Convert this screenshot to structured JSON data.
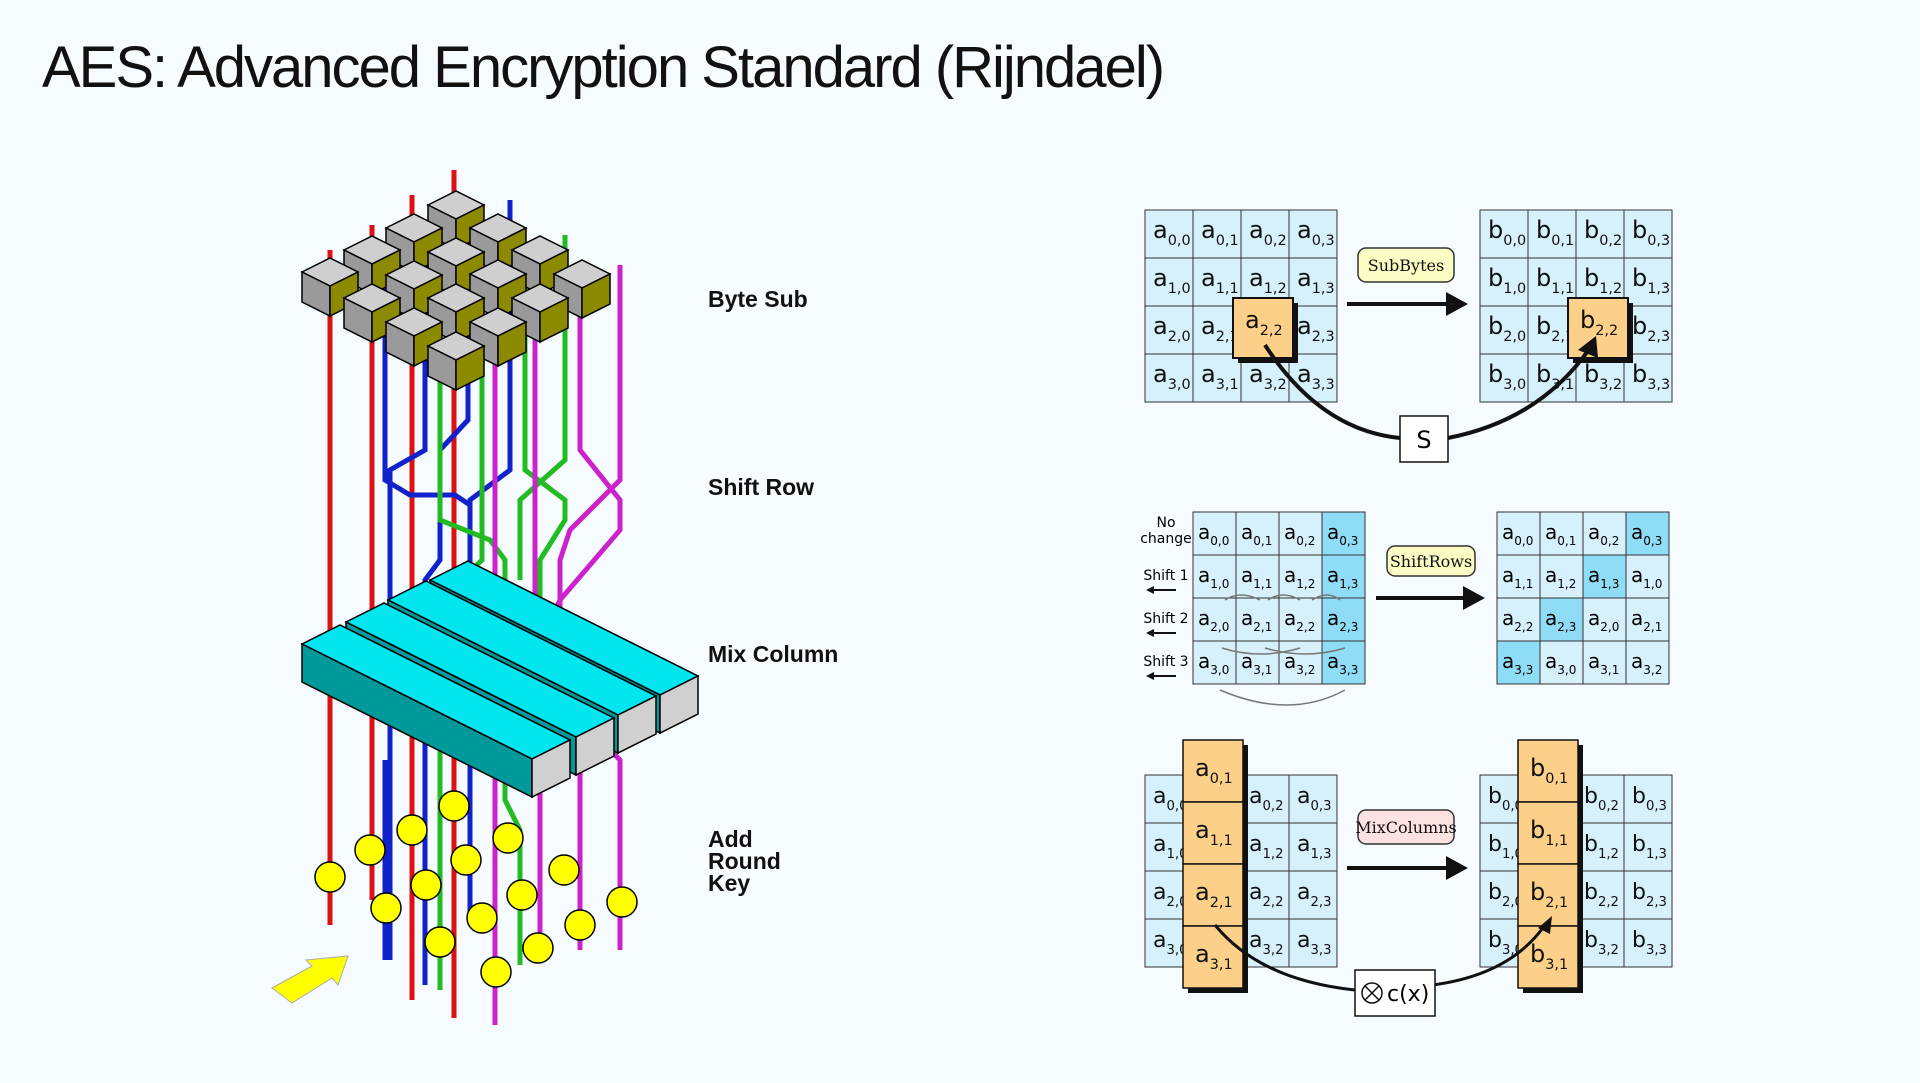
{
  "title": "AES: Advanced Encryption Standard (Rijndael)",
  "stages": [
    {
      "label": "Byte Sub"
    },
    {
      "label": "Shift Row"
    },
    {
      "label": "Mix Column"
    },
    {
      "label": "Add\nRound\nKey"
    }
  ],
  "subbytes": {
    "op_label": "SubBytes",
    "box_label": "S",
    "input_letter": "a",
    "output_letter": "b",
    "highlight": "2,2"
  },
  "shiftrows": {
    "op_label": "ShiftRows",
    "row_labels": [
      "No\nchange",
      "Shift 1",
      "Shift 2",
      "Shift 3"
    ],
    "input": [
      [
        "0,0",
        "0,1",
        "0,2",
        "0,3"
      ],
      [
        "1,0",
        "1,1",
        "1,2",
        "1,3"
      ],
      [
        "2,0",
        "2,1",
        "2,2",
        "2,3"
      ],
      [
        "3,0",
        "3,1",
        "3,2",
        "3,3"
      ]
    ],
    "output": [
      [
        "0,0",
        "0,1",
        "0,2",
        "0,3"
      ],
      [
        "1,1",
        "1,2",
        "1,3",
        "1,0"
      ],
      [
        "2,2",
        "2,3",
        "2,0",
        "2,1"
      ],
      [
        "3,3",
        "3,0",
        "3,1",
        "3,2"
      ]
    ]
  },
  "mixcolumns": {
    "op_label": "MixColumns",
    "box_label": "c(x)",
    "highlight_col": "1"
  },
  "colors": {
    "cell_fill": "#d6f1fb",
    "cell_dark": "#8fdcf6",
    "highlight": "#fdd08a",
    "label_yellow": "#fafcc4",
    "label_pink": "#fde2e2",
    "wire_red": "#dd1111",
    "wire_blue": "#1122cc",
    "wire_green": "#22bb22",
    "wire_magenta": "#cc22cc",
    "bar": "#00e5ee",
    "key_dot": "#ffff00"
  }
}
